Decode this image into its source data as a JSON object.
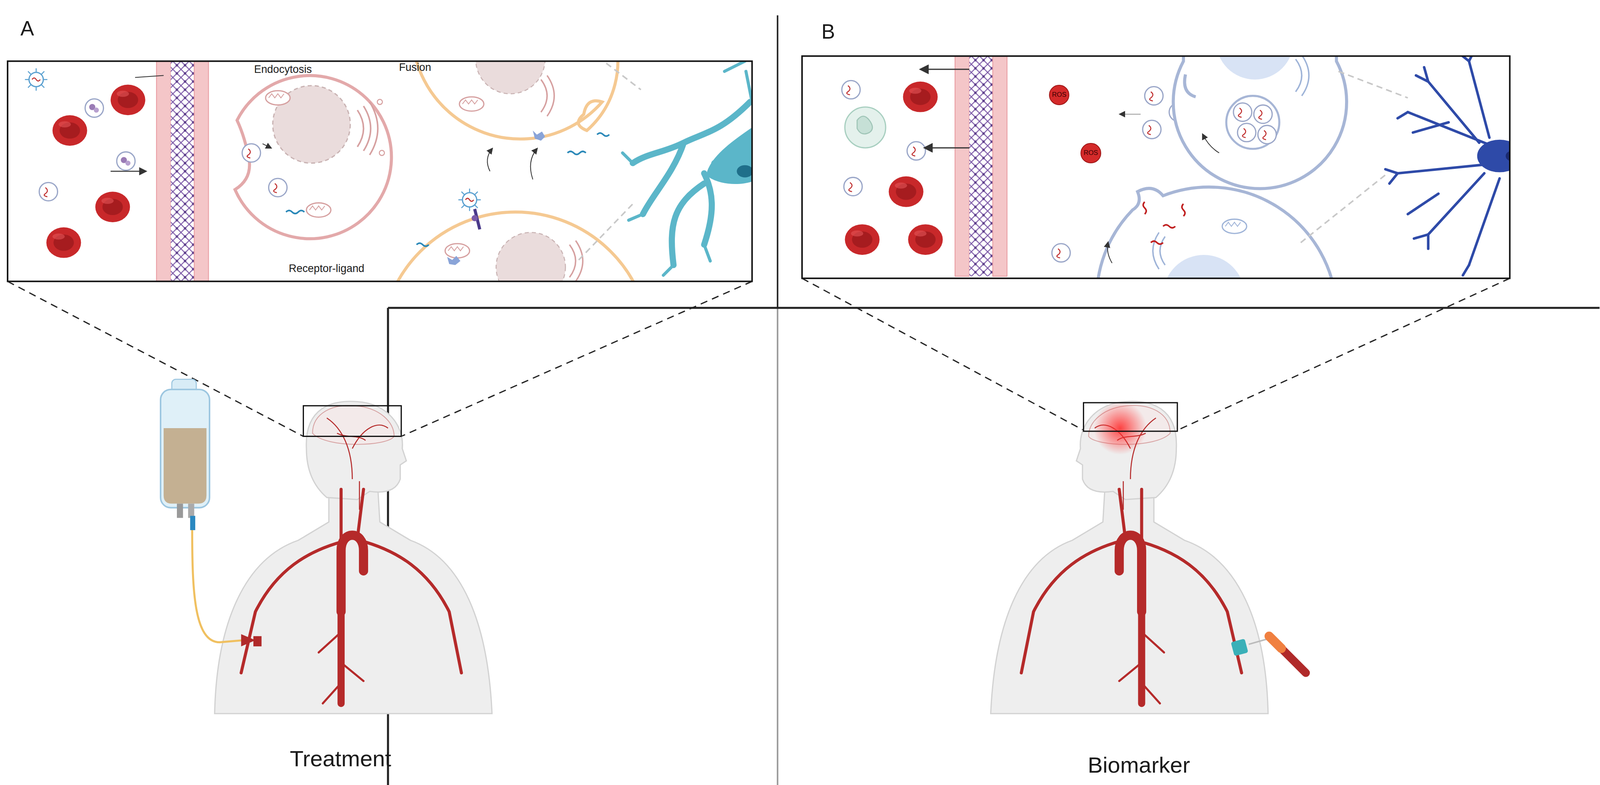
{
  "diagram": {
    "nodes": [
      {
        "text": [
          "ROS"
        ]
      },
      {
        "text": [
          "ROS"
        ]
      }
    ],
    "labels": [
      "A",
      "Endocytosis",
      "Fusion",
      "Receptor-ligand",
      "B",
      "Treatment",
      "Biomarker"
    ]
  }
}
